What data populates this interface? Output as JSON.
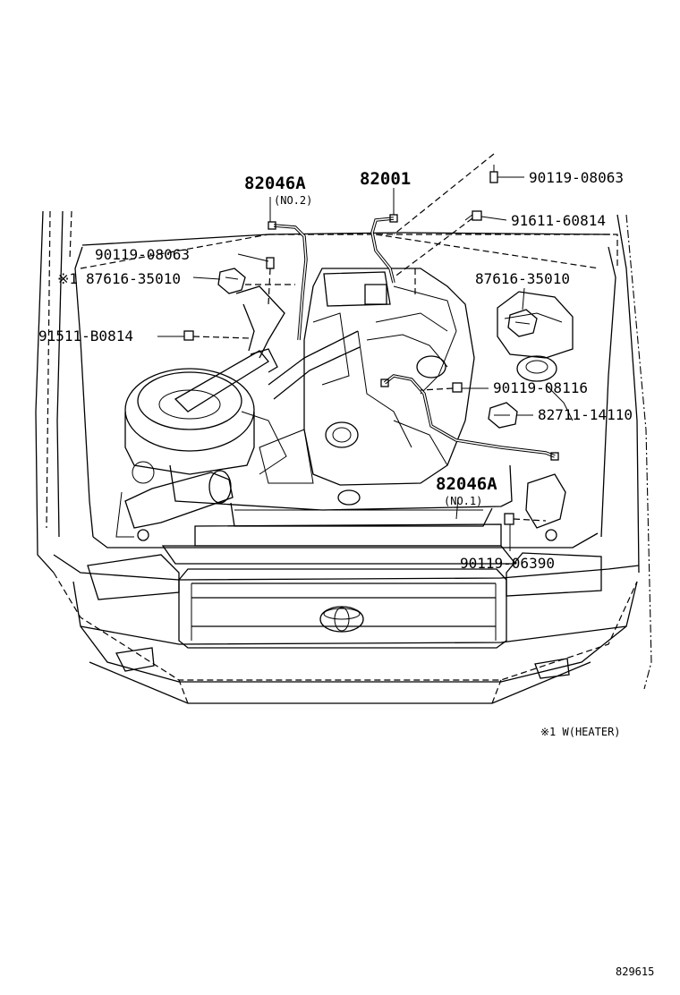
{
  "labels": {
    "p82046A_no2": "82046A",
    "p82046A_no2_sub": "(NO.2)",
    "p82001": "82001",
    "p90119_08063_top": "90119-08063",
    "p91611_60814": "91611-60814",
    "p90119_08063_left": "90119-08063",
    "p87616_35010_left_mark": "※1",
    "p87616_35010_left": "87616-35010",
    "p87616_35010_right": "87616-35010",
    "p91511_B0814": "91511-B0814",
    "p90119_08116": "90119-08116",
    "p82711_14110": "82711-14110",
    "p82046A_no1": "82046A",
    "p82046A_no1_sub": "(NO.1)",
    "p90119_06390": "90119-06390"
  },
  "note": "※1 W(HEATER)",
  "figure_id": "829615",
  "icons": [
    "bolt-icon",
    "clamp-icon",
    "toyota-emblem-icon"
  ]
}
